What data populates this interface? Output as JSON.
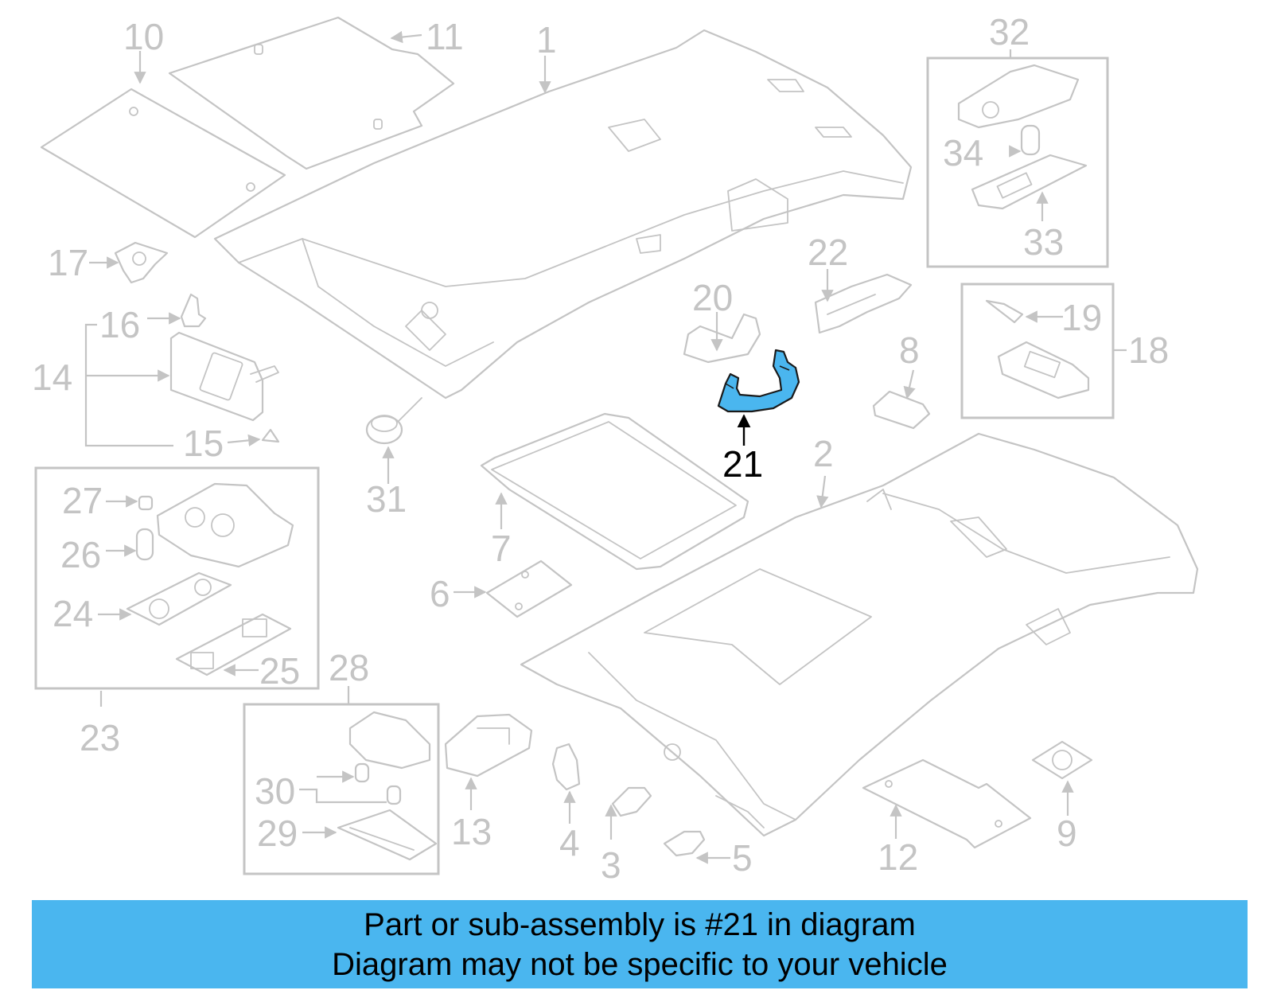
{
  "callouts": {
    "c1": "1",
    "c2": "2",
    "c3": "3",
    "c4": "4",
    "c5": "5",
    "c6": "6",
    "c7": "7",
    "c8": "8",
    "c9": "9",
    "c10": "10",
    "c11": "11",
    "c12": "12",
    "c13": "13",
    "c14": "14",
    "c15": "15",
    "c16": "16",
    "c17": "17",
    "c18": "18",
    "c19": "19",
    "c20": "20",
    "c21": "21",
    "c22": "22",
    "c23": "23",
    "c24": "24",
    "c25": "25",
    "c26": "26",
    "c27": "27",
    "c28": "28",
    "c29": "29",
    "c30": "30",
    "c31": "31",
    "c32": "32",
    "c33": "33",
    "c34": "34"
  },
  "highlight": {
    "part_number": "21",
    "color": "#4ab6ef"
  },
  "banner": {
    "line1": "Part or sub-assembly is #21 in diagram",
    "line2": "Diagram may not be specific to your vehicle",
    "background": "#4ab6ef"
  }
}
